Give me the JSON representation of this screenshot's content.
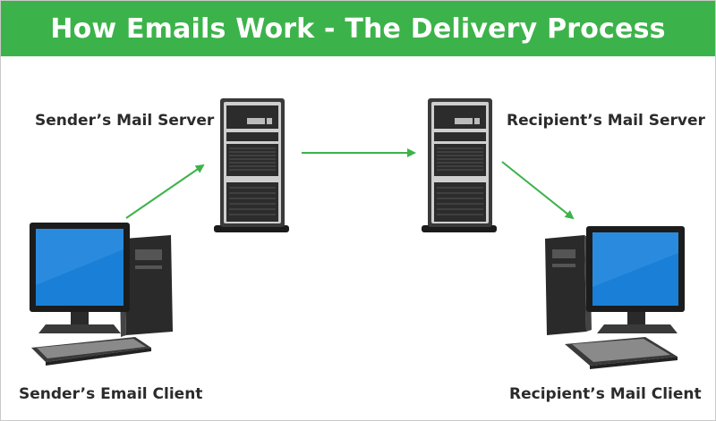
{
  "title": "How Emails Work - The Delivery Process",
  "nodes": {
    "sender_client": {
      "label": "Sender’s Email Client",
      "icon": "desktop-computer-icon"
    },
    "sender_server": {
      "label": "Sender’s Mail Server",
      "icon": "server-tower-icon"
    },
    "recipient_server": {
      "label": "Recipient’s Mail Server",
      "icon": "server-tower-icon"
    },
    "recipient_client": {
      "label": "Recipient’s Mail Client",
      "icon": "desktop-computer-icon"
    }
  },
  "colors": {
    "banner": "#3cb34a",
    "arrow": "#3cb34a",
    "screen": "#1a7fd6",
    "hardware": "#2a2a2a"
  }
}
